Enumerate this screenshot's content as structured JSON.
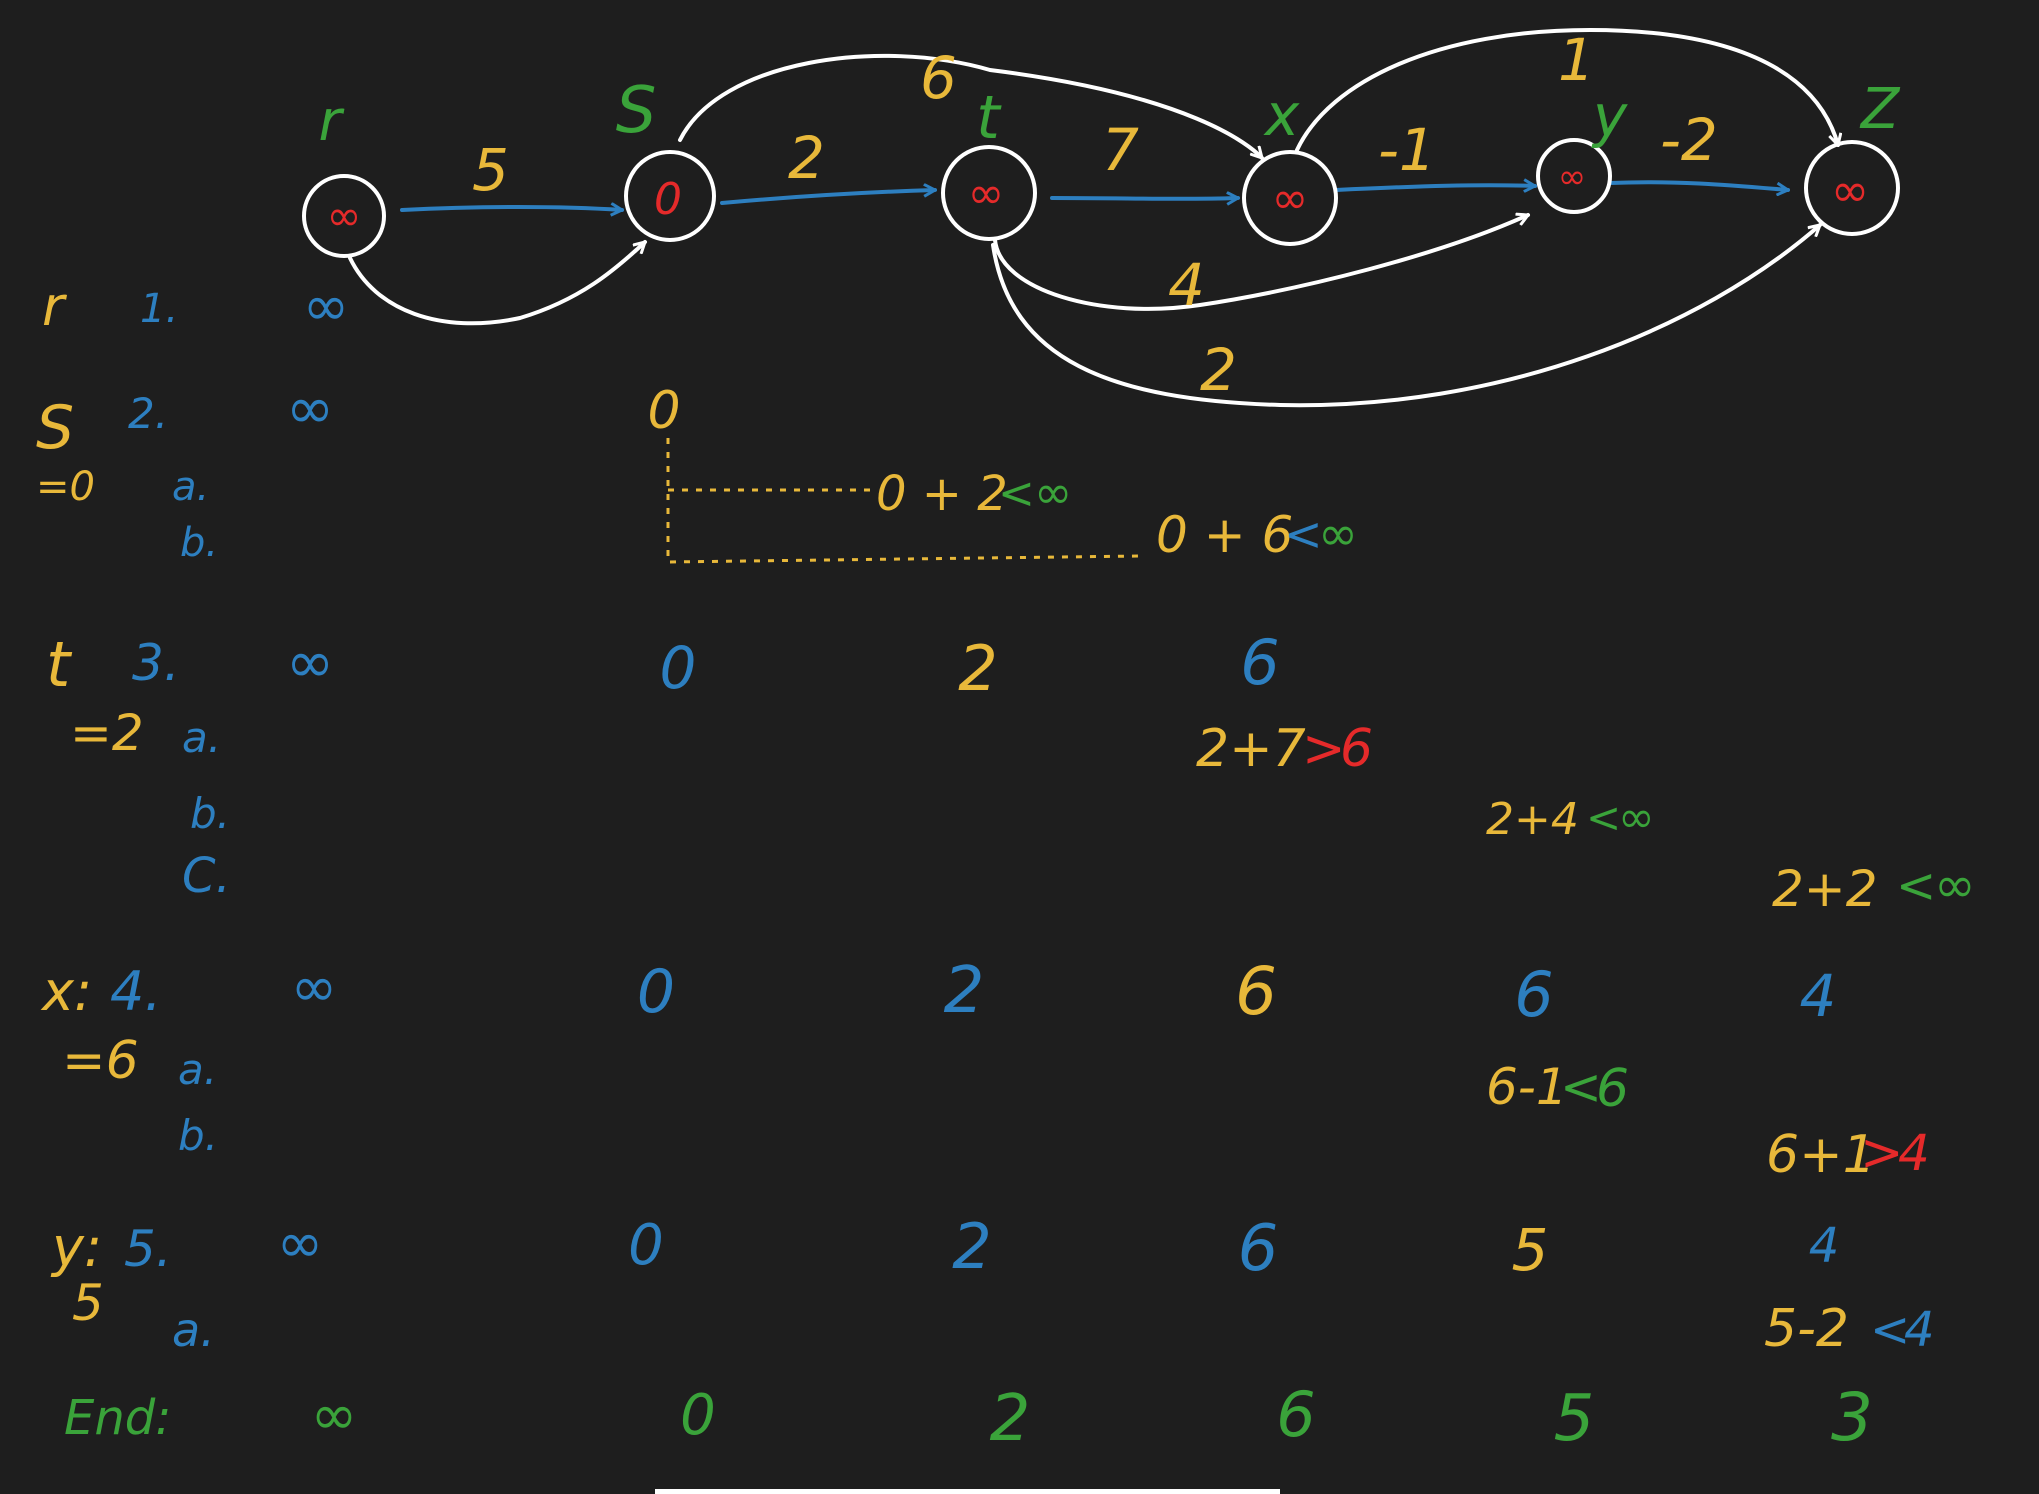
{
  "colors": {
    "background": "#1e1e1e",
    "white": "#ffffff",
    "yellow": "#e8b83a",
    "blue": "#2d7fc0",
    "green": "#3aa33a",
    "red": "#e52a2a"
  },
  "graph": {
    "nodes": [
      {
        "id": "r",
        "label": "r",
        "value": "∞"
      },
      {
        "id": "s",
        "label": "S",
        "value": "0"
      },
      {
        "id": "t",
        "label": "t",
        "value": "∞"
      },
      {
        "id": "x",
        "label": "x",
        "value": "∞"
      },
      {
        "id": "y",
        "label": "y",
        "value": "∞"
      },
      {
        "id": "z",
        "label": "Z",
        "value": "∞"
      }
    ],
    "edges": [
      {
        "from": "r",
        "to": "s",
        "weight": "5"
      },
      {
        "from": "r",
        "to": "s",
        "weight": ""
      },
      {
        "from": "s",
        "to": "t",
        "weight": "2"
      },
      {
        "from": "s",
        "to": "x",
        "weight": "6"
      },
      {
        "from": "t",
        "to": "x",
        "weight": "7"
      },
      {
        "from": "t",
        "to": "y",
        "weight": "4"
      },
      {
        "from": "t",
        "to": "z",
        "weight": "2"
      },
      {
        "from": "x",
        "to": "y",
        "weight": "-1"
      },
      {
        "from": "x",
        "to": "z",
        "weight": "1"
      },
      {
        "from": "y",
        "to": "z",
        "weight": "-2"
      }
    ]
  },
  "steps": {
    "r": {
      "node": "r",
      "num": "1.",
      "vals": [
        "∞"
      ]
    },
    "s": {
      "node": "S",
      "eq": "=0",
      "num": "2.",
      "vals": [
        "∞",
        "0"
      ],
      "subs": [
        "a.",
        "b."
      ],
      "notes": [
        {
          "a": "0 + 2",
          "op": "<",
          "b": "∞"
        },
        {
          "a": "0 + 6",
          "op": "<",
          "b": "∞"
        }
      ]
    },
    "t": {
      "node": "t",
      "eq": "=2",
      "num": "3.",
      "vals": [
        "∞",
        "0",
        "2",
        "6"
      ],
      "subs": [
        "a.",
        "b.",
        "C."
      ],
      "notes": [
        {
          "a": "2+7",
          "op": ">",
          "b": "6"
        },
        {
          "a": "2+4",
          "op": "<",
          "b": "∞"
        },
        {
          "a": "2+2",
          "op": "<",
          "b": "∞"
        }
      ]
    },
    "x": {
      "node": "x:",
      "eq": "=6",
      "num": "4.",
      "vals": [
        "∞",
        "0",
        "2",
        "6",
        "6",
        "4"
      ],
      "subs": [
        "a.",
        "b."
      ],
      "notes": [
        {
          "a": "6-1",
          "op": "<",
          "b": "6"
        },
        {
          "a": "6+1",
          "op": ">",
          "b": "4"
        }
      ]
    },
    "y": {
      "node": "y:",
      "eq": "5",
      "num": "5.",
      "vals": [
        "∞",
        "0",
        "2",
        "6",
        "5",
        "4"
      ],
      "subs": [
        "a."
      ],
      "notes": [
        {
          "a": "5-2",
          "op": "<",
          "b": "4"
        }
      ]
    }
  },
  "end": {
    "label": "End:",
    "vals": [
      "∞",
      "0",
      "2",
      "6",
      "5",
      "3"
    ]
  }
}
